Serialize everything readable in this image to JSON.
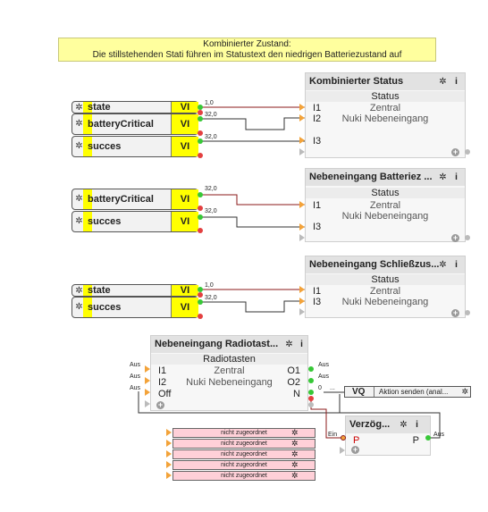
{
  "note": {
    "line1": "Kombinierter Zustand:",
    "line2": "Die stillstehenden Stati führen im Statustext den niedrigen Batteriezustand auf"
  },
  "vi_label": "VI",
  "group1": {
    "inputs": [
      "state",
      "batteryCritical",
      "succes"
    ],
    "values": [
      "1,0",
      "32,0",
      "32,0"
    ]
  },
  "group2": {
    "inputs": [
      "batteryCritical",
      "succes"
    ],
    "values": [
      "32,0",
      "32,0"
    ]
  },
  "group3": {
    "inputs": [
      "state",
      "succes"
    ],
    "values": [
      "1,0",
      "32,0"
    ]
  },
  "status_blocks": [
    {
      "title": "Kombinierter Status",
      "subtitle": "Status",
      "ports": [
        "I1",
        "I2",
        "I3"
      ],
      "center_lines": [
        "Zentral",
        "Nuki Nebeneingang"
      ]
    },
    {
      "title": "Nebeneingang Batteriez ...",
      "subtitle": "Status",
      "ports": [
        "I1",
        "I3"
      ],
      "center_lines": [
        "Zentral",
        "Nuki Nebeneingang"
      ]
    },
    {
      "title": "Nebeneingang Schließzus...",
      "subtitle": "Status",
      "ports": [
        "I1",
        "I3"
      ],
      "center_lines": [
        "Zentral",
        "Nuki Nebeneingang"
      ]
    }
  ],
  "radio_block": {
    "title": "Nebeneingang Radiotast...",
    "subtitle": "Radiotasten",
    "inputs": [
      "I1",
      "I2",
      "Off"
    ],
    "outputs": [
      "O1",
      "O2",
      "N"
    ],
    "center_lines": [
      "Zentral",
      "Nuki Nebeneingang"
    ],
    "in_labels": [
      "Aus",
      "Aus",
      "Aus"
    ],
    "out_labels": [
      "Aus",
      "Aus"
    ],
    "n_value": "0",
    "n_dots": "..."
  },
  "vq": {
    "label": "VQ",
    "text": "Aktion senden (anal..."
  },
  "delay_block": {
    "title": "Verzög...",
    "in_port": "P",
    "out_port": "P",
    "in_label": "Ein",
    "out_label": "Aus"
  },
  "hint_rows": [
    "nicht zugeordnet",
    "nicht zugeordnet",
    "nicht zugeordnet",
    "nicht zugeordnet",
    "nicht zugeordnet"
  ],
  "icons": {
    "gear": "gear-icon",
    "info": "info-icon",
    "add": "plus-icon"
  },
  "colors": {
    "wire": "#8b1a1a",
    "yellow": "#ffff00",
    "note": "#ffff9e",
    "hint": "#ffd0d8"
  }
}
